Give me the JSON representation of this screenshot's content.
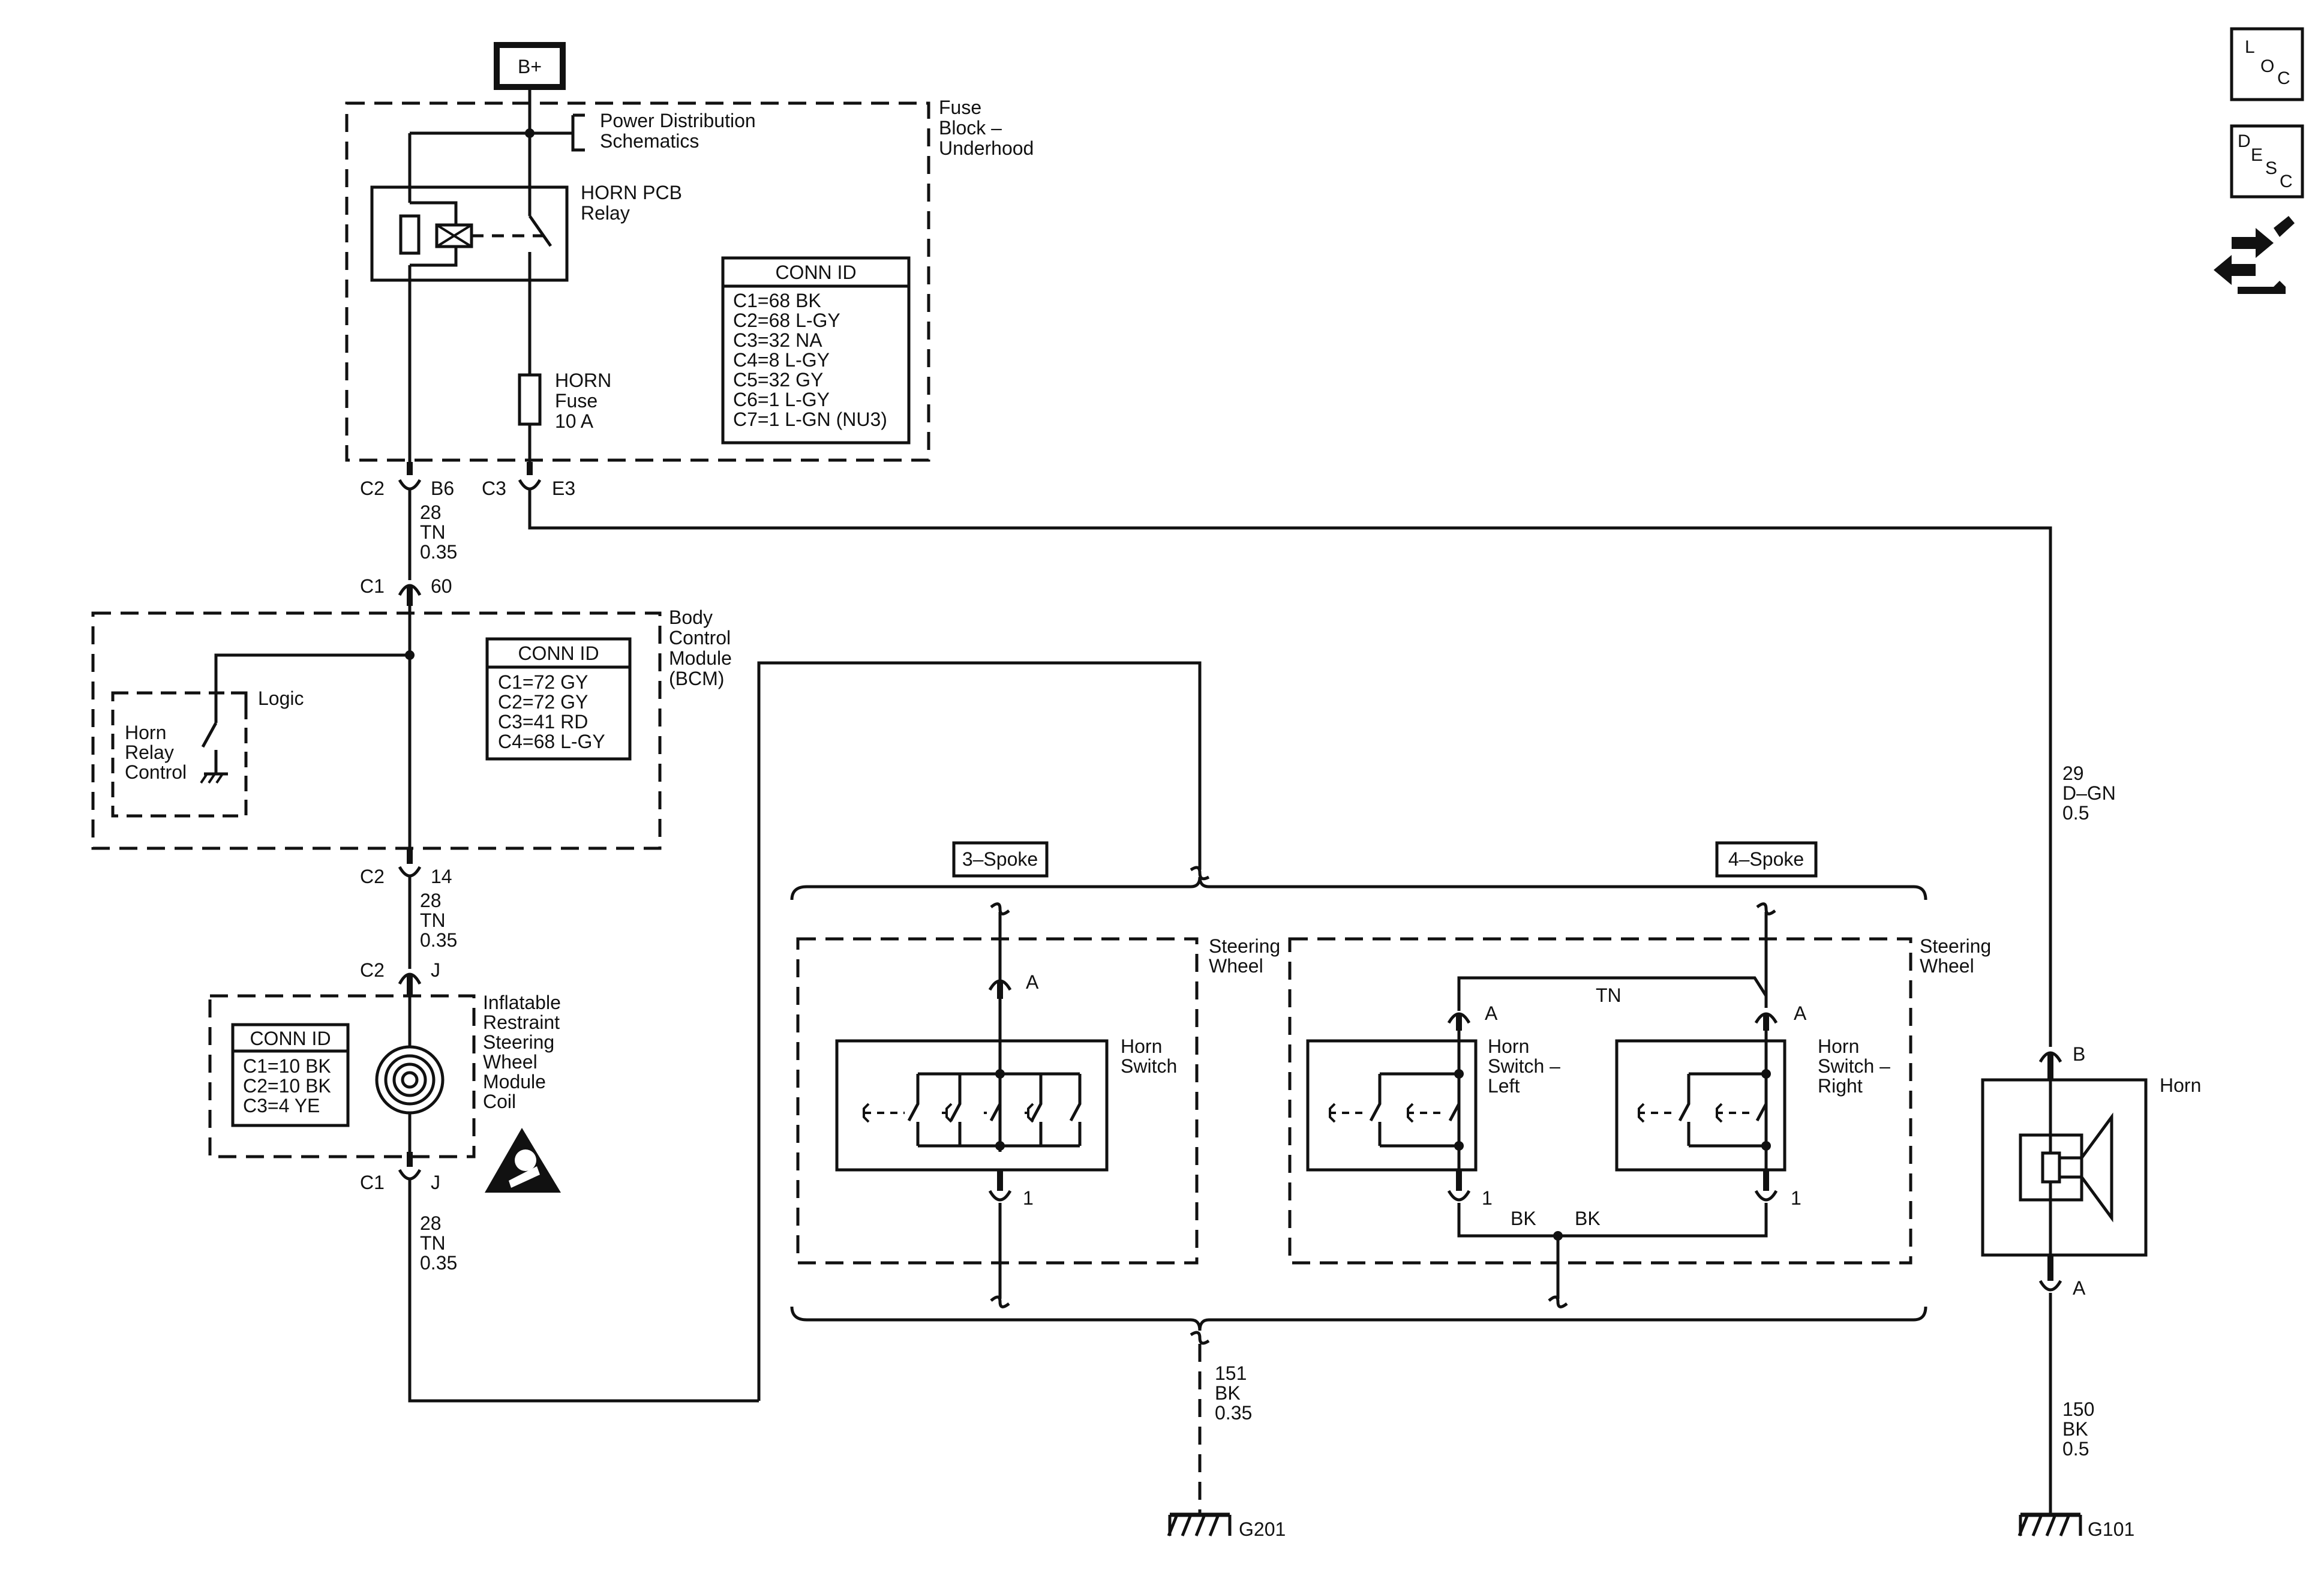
{
  "power": {
    "source": "B+"
  },
  "fuse_block": {
    "name": "Fuse Block – Underhood",
    "name_lines": [
      "Fuse",
      "Block –",
      "Underhood"
    ],
    "power_ref": [
      "Power Distribution",
      "Schematics"
    ],
    "relay": [
      "HORN PCB",
      "Relay"
    ],
    "fuse": [
      "HORN",
      "Fuse",
      "10 A"
    ],
    "conn_title": "CONN ID",
    "conn": [
      "C1=68 BK",
      "C2=68 L-GY",
      "C3=32 NA",
      "C4=8 L-GY",
      "C5=32 GY",
      "C6=1 L-GY",
      "C7=1 L-GN (NU3)"
    ]
  },
  "connectors": {
    "c2": "C2",
    "b6": "B6",
    "c3": "C3",
    "e3": "E3",
    "c1": "C1",
    "p60": "60",
    "c2b": "C2",
    "p14": "14",
    "c2c": "C2",
    "j1": "J",
    "c1b": "C1",
    "j2": "J"
  },
  "wires": {
    "w1": [
      "28",
      "TN",
      "0.35"
    ],
    "w2": [
      "28",
      "TN",
      "0.35"
    ],
    "w3": [
      "28",
      "TN",
      "0.35"
    ],
    "w4": [
      "29",
      "D–GN",
      "0.5"
    ],
    "w5": [
      "151",
      "BK",
      "0.35"
    ],
    "w6": [
      "150",
      "BK",
      "0.5"
    ]
  },
  "bcm": {
    "name_lines": [
      "Body",
      "Control",
      "Module",
      "(BCM)"
    ],
    "logic": "Logic",
    "relay_ctrl": [
      "Horn",
      "Relay",
      "Control"
    ],
    "conn_title": "CONN ID",
    "conn": [
      "C1=72 GY",
      "C2=72 GY",
      "C3=41 RD",
      "C4=68 L-GY"
    ]
  },
  "coil": {
    "name_lines": [
      "Inflatable",
      "Restraint",
      "Steering",
      "Wheel",
      "Module",
      "Coil"
    ],
    "conn_title": "CONN ID",
    "conn": [
      "C1=10 BK",
      "C2=10 BK",
      "C3=4 YE"
    ]
  },
  "variants": {
    "three_spoke": "3–Spoke",
    "four_spoke": "4–Spoke"
  },
  "steering_wheel": [
    "Steering",
    "Wheel"
  ],
  "switches": {
    "horn_switch": [
      "Horn",
      "Switch"
    ],
    "left": [
      "Horn",
      "Switch –",
      "Left"
    ],
    "right": [
      "Horn",
      "Switch –",
      "Right"
    ],
    "pin_a": "A",
    "pin_1": "1",
    "tn": "TN",
    "bk": "BK"
  },
  "horn": {
    "label": "Horn",
    "pin_b": "B",
    "pin_a": "A"
  },
  "grounds": {
    "g201": "G201",
    "g101": "G101"
  },
  "icons": {
    "loc": [
      "L",
      "O",
      "C"
    ],
    "desc": [
      "D",
      "E",
      "S",
      "C"
    ],
    "tool": "wrench-arrows-icon"
  }
}
